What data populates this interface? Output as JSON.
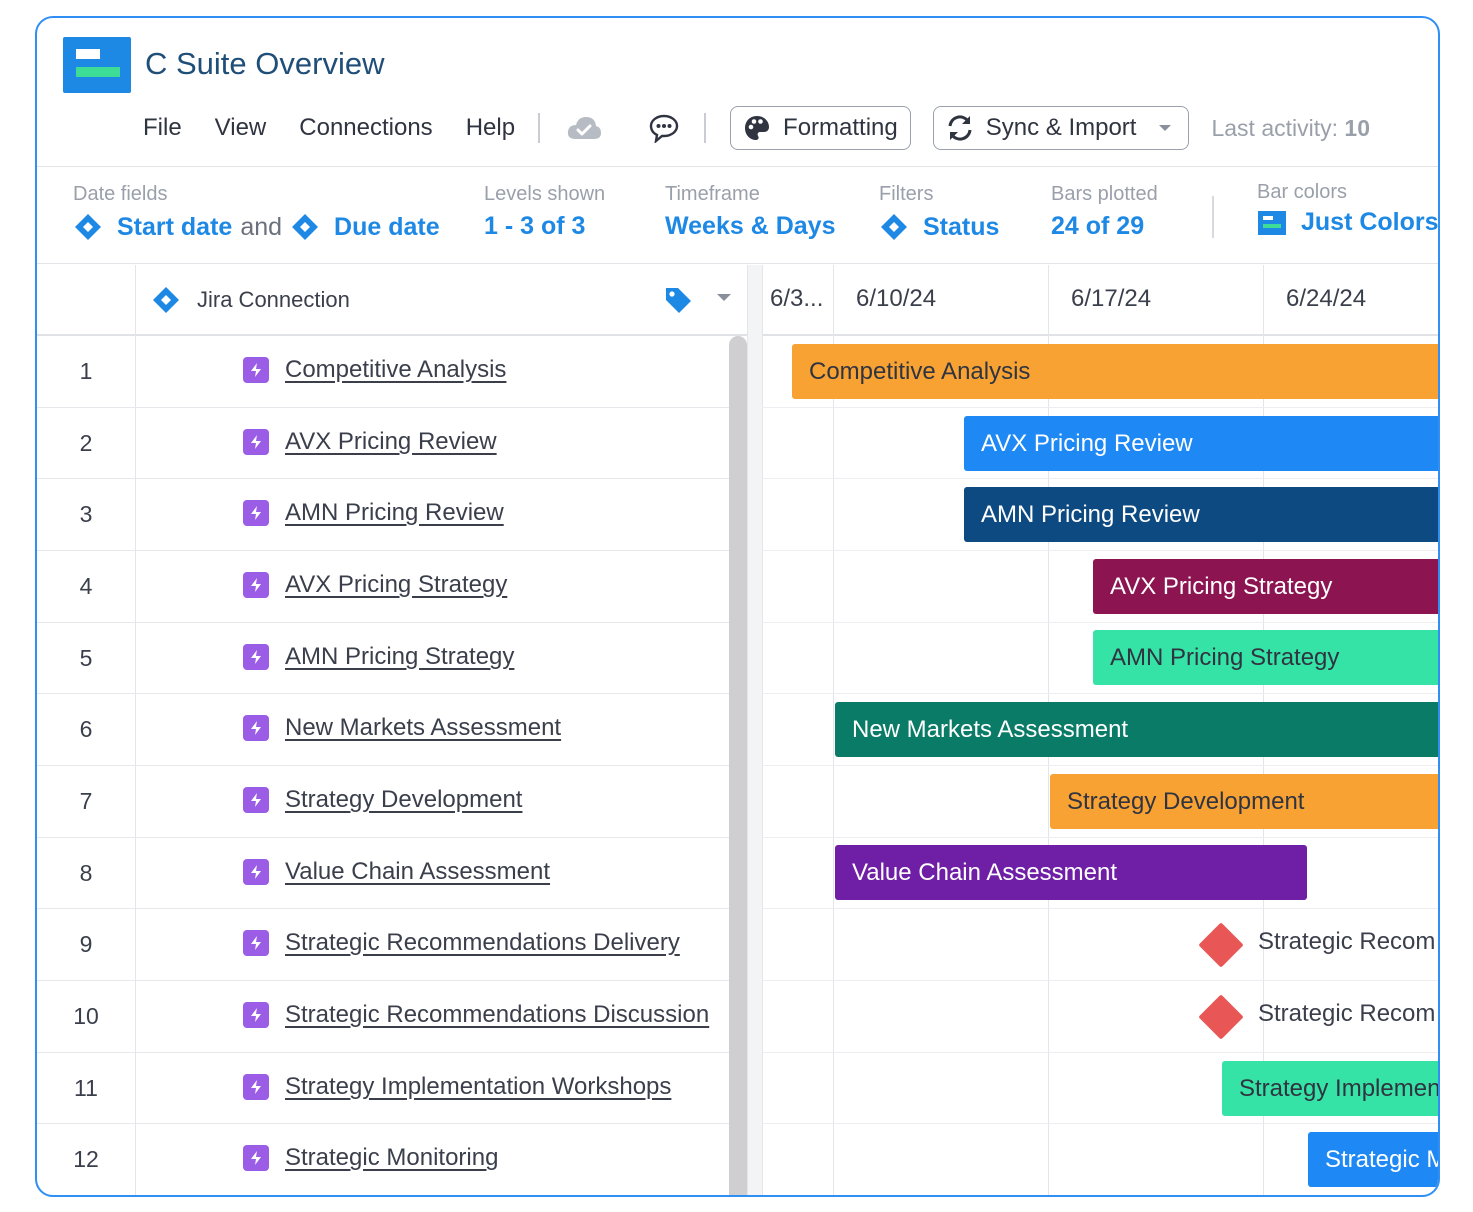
{
  "app": {
    "title": "C Suite Overview"
  },
  "menu": {
    "items": [
      "File",
      "View",
      "Connections",
      "Help"
    ]
  },
  "toolbar": {
    "formatting_label": "Formatting",
    "sync_label": "Sync & Import",
    "last_activity_label": "Last activity:",
    "last_activity_value": "10"
  },
  "settings": {
    "date_fields": {
      "label": "Date fields",
      "start": "Start date",
      "joiner": "and",
      "end": "Due date"
    },
    "levels": {
      "label": "Levels shown",
      "value": "1 - 3 of 3"
    },
    "timeframe": {
      "label": "Timeframe",
      "value": "Weeks & Days"
    },
    "filters": {
      "label": "Filters",
      "value": "Status"
    },
    "bars_plotted": {
      "label": "Bars plotted",
      "value": "24 of 29"
    },
    "bar_colors": {
      "label": "Bar colors",
      "value": "Just Colors"
    }
  },
  "grid": {
    "column_header": "Jira Connection",
    "dates": [
      "6/3...",
      "6/10/24",
      "6/17/24",
      "6/24/24"
    ],
    "rows": [
      {
        "num": "1",
        "task": "Competitive Analysis",
        "bar_label": "Competitive Analysis",
        "color": "#f9a234",
        "text_color": "#2f3440"
      },
      {
        "num": "2",
        "task": "AVX Pricing Review",
        "bar_label": "AVX Pricing Review",
        "color": "#1e88f5",
        "text_color": "#ffffff"
      },
      {
        "num": "3",
        "task": "AMN Pricing Review",
        "bar_label": "AMN Pricing Review",
        "color": "#0d4a82",
        "text_color": "#ffffff"
      },
      {
        "num": "4",
        "task": "AVX Pricing Strategy",
        "bar_label": "AVX Pricing Strategy",
        "color": "#8c1451",
        "text_color": "#ffffff"
      },
      {
        "num": "5",
        "task": "AMN Pricing Strategy",
        "bar_label": "AMN Pricing Strategy",
        "color": "#36e3a6",
        "text_color": "#2f3440"
      },
      {
        "num": "6",
        "task": "New Markets Assessment",
        "bar_label": "New Markets Assessment",
        "color": "#0a7b66",
        "text_color": "#ffffff"
      },
      {
        "num": "7",
        "task": "Strategy Development",
        "bar_label": "Strategy Development",
        "color": "#f9a234",
        "text_color": "#2f3440"
      },
      {
        "num": "8",
        "task": "Value Chain Assessment",
        "bar_label": "Value Chain Assessment",
        "color": "#6e1fa5",
        "text_color": "#ffffff"
      },
      {
        "num": "9",
        "task": "Strategic Recommendations Delivery",
        "bar_label": "Strategic Recom",
        "color": "#e85656",
        "text_color": "#3a3f4b",
        "milestone": true
      },
      {
        "num": "10",
        "task": "Strategic Recommendations Discussion",
        "bar_label": "Strategic Recom",
        "color": "#e85656",
        "text_color": "#3a3f4b",
        "milestone": true
      },
      {
        "num": "11",
        "task": "Strategy Implementation Workshops",
        "bar_label": "Strategy Implemen",
        "color": "#36e3a6",
        "text_color": "#2f3440"
      },
      {
        "num": "12",
        "task": "Strategic Monitoring",
        "bar_label": "Strategic M",
        "color": "#1e88f5",
        "text_color": "#ffffff"
      }
    ]
  },
  "colors": {
    "accent": "#1e88e5",
    "frame_border": "#2f8ff5"
  }
}
